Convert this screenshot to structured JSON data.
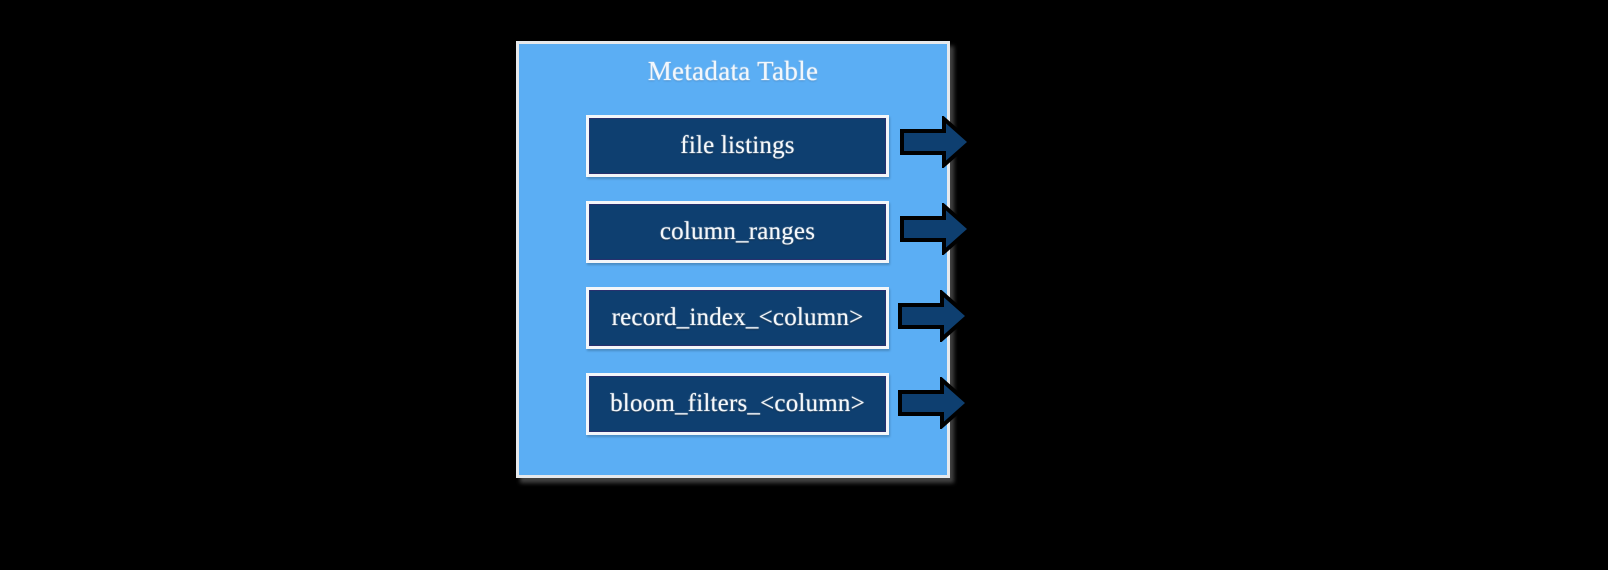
{
  "diagram": {
    "panel": {
      "title": "Metadata Table",
      "fill_color": "#5BAEF4",
      "border_color": "#E6E9EC"
    },
    "items": [
      {
        "label": "file listings",
        "arrow_icon": "right-arrow-icon"
      },
      {
        "label": "column_ranges",
        "arrow_icon": "right-arrow-icon"
      },
      {
        "label": "record_index_<column>",
        "arrow_icon": "right-arrow-icon"
      },
      {
        "label": "bloom_filters_<column>",
        "arrow_icon": "right-arrow-icon"
      }
    ],
    "colors": {
      "panel_background": "#5BAEF4",
      "item_background": "#0E3F70",
      "item_border": "#F3F6F9",
      "arrow_fill": "#0E3F70",
      "arrow_outline": "#000000",
      "text": "#F4F8FC",
      "canvas_background": "#000000"
    }
  }
}
